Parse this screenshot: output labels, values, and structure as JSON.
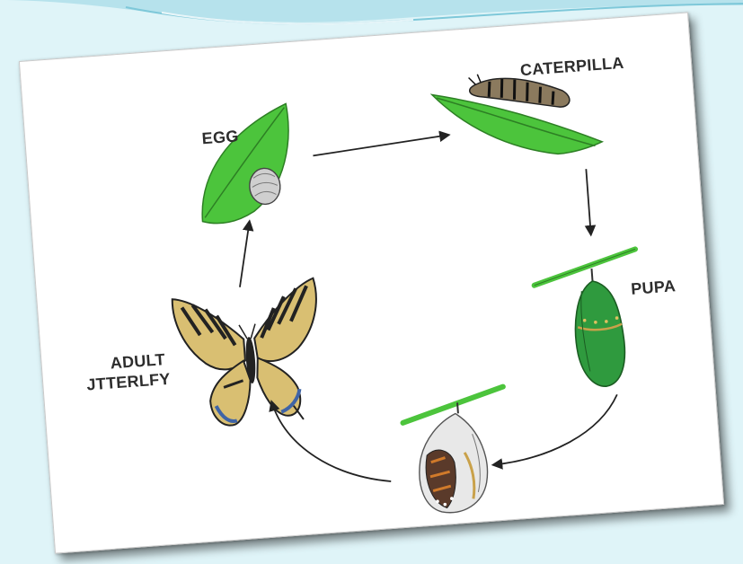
{
  "diagram": {
    "stages": {
      "egg": "EGG",
      "caterpillar": "CATERPILLA",
      "pupa": "PUPA",
      "adult_line1": "ADULT",
      "adult_line2": "JTTERLFY"
    }
  },
  "colors": {
    "background": "#dff4f8",
    "card": "#ffffff",
    "leaf": "#4cc43c",
    "chrysalis": "#2f9a3e",
    "butterfly_yellow": "#d9bf72",
    "butterfly_black": "#222222",
    "arrow": "#222222"
  }
}
